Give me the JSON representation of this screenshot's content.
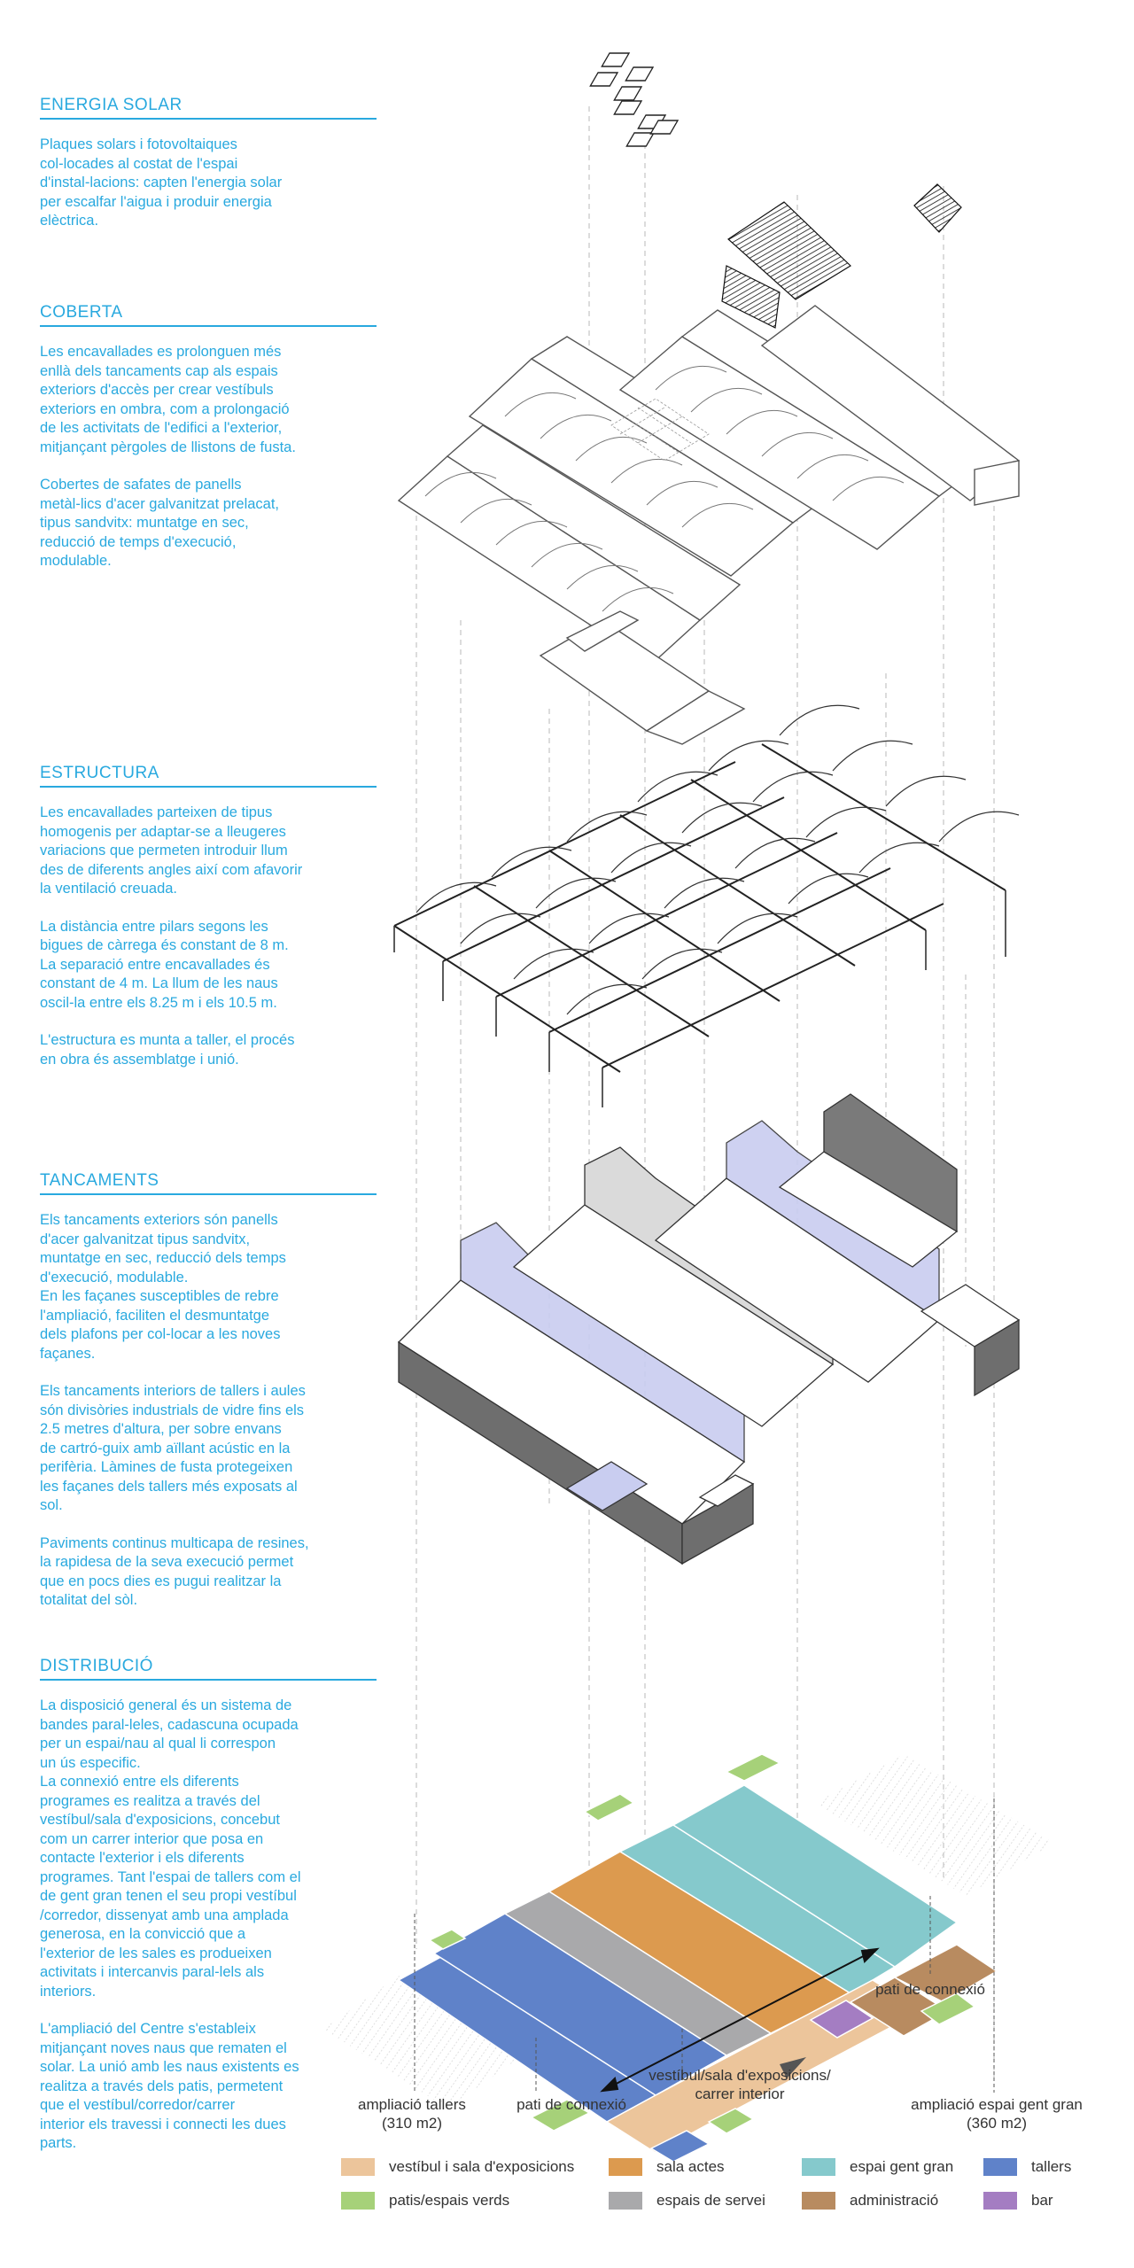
{
  "sections": [
    {
      "id": "energia-solar",
      "title": "ENERGIA SOLAR",
      "paragraphs": [
        "Plaques solars i fotovoltaiques\ncol-locades al costat de l'espai\nd'instal-lacions: capten l'energia solar\nper escalfar l'aigua i produir energia\nelèctrica."
      ]
    },
    {
      "id": "coberta",
      "title": "COBERTA",
      "paragraphs": [
        "Les encavallades es prolonguen més\nenllà dels tancaments cap als espais\nexteriors d'accès per crear vestíbuls\nexteriors en ombra, com a prolongació\nde les activitats de l'edifici a l'exterior,\nmitjançant pèrgoles de llistons de fusta.",
        "Cobertes de safates de panells\nmetàl-lics d'acer galvanitzat prelacat,\ntipus sandvitx: muntatge en sec,\nreducció de temps d'execució,\nmodulable."
      ]
    },
    {
      "id": "estructura",
      "title": "ESTRUCTURA",
      "paragraphs": [
        "Les encavallades parteixen de tipus\nhomogenis per adaptar-se a lleugeres\nvariacions que permeten introduir llum\ndes de diferents angles així com afavorir\nla ventilació creuada.",
        "La distància entre pilars segons les\nbigues de càrrega és constant de 8 m.\nLa separació entre encavallades és\nconstant de 4 m. La llum de les naus\noscil-la entre els 8.25 m i els 10.5 m.",
        "L'estructura es munta a taller,  el procés\nen obra és assemblatge i unió."
      ]
    },
    {
      "id": "tancaments",
      "title": "TANCAMENTS",
      "paragraphs": [
        "Els tancaments exteriors són panells\nd'acer galvanitzat tipus sandvitx,\nmuntatge en sec, reducció dels temps\nd'execució, modulable.\nEn les façanes susceptibles de rebre\nl'ampliació, faciliten el desmuntatge\ndels  plafons per col-locar a les noves\nfaçanes.",
        "Els tancaments interiors de tallers i aules\nsón divisòries industrials de vidre fins els\n2.5 metres d'altura, per sobre envans\nde cartró-guix amb aïllant acústic en la\nperifèria.  Làmines de fusta protegeixen\nles façanes dels tallers més exposats al\nsol.",
        "Paviments continus multicapa de resines,\nla rapidesa de la seva execució permet\nque en pocs dies es pugui realitzar la\ntotalitat del sòl."
      ]
    },
    {
      "id": "distribucio",
      "title": "DISTRIBUCIÓ",
      "paragraphs": [
        "La disposició general és un sistema de\nbandes paral-leles, cadascuna ocupada\nper un espai/nau al qual li correspon\nun ús especific.\nLa connexió entre els diferents\nprogrames es realitza a través del\nvestíbul/sala d'exposicions, concebut\ncom un carrer interior que posa en\ncontacte l'exterior i els diferents\nprogrames. Tant l'espai de tallers com el\nde gent gran tenen el seu propi vestíbul\n/corredor, dissenyat amb una amplada\ngenerosa, en la convicció que a\nl'exterior de les sales es produeixen\nactivitats i intercanvis paral-lels als\ninteriors.",
        "L'ampliació del Centre s'estableix\nmitjançant noves naus que rematen el\nsolar. La unió amb les naus existents es\nrealitza a través dels patis, permetent\nque el vestíbul/corredor/carrer\ninterior els travessi i connecti les dues\nparts."
      ]
    }
  ],
  "callouts": {
    "pati_connexio_right": "pati de connexió",
    "ampliacio_tallers": "ampliació tallers\n(310 m2)",
    "pati_connexio_left": "pati de connexió",
    "vestibul": "vestíbul/sala d'exposicions/\ncarrer interior",
    "ampliacio_gent_gran": "ampliació espai gent gran\n(360 m2)"
  },
  "legend": [
    {
      "label": "vestíbul i sala d'exposicions",
      "color": "#ecc59b"
    },
    {
      "label": "sala actes",
      "color": "#dc9a4f"
    },
    {
      "label": "espai gent gran",
      "color": "#85c9cc"
    },
    {
      "label": "tallers",
      "color": "#5f82c9"
    },
    {
      "label": "patis/espais verds",
      "color": "#a6d179"
    },
    {
      "label": "espais de servei",
      "color": "#a9a9ab"
    },
    {
      "label": "administració",
      "color": "#b88b60"
    },
    {
      "label": "bar",
      "color": "#a47dc2"
    }
  ],
  "colors": {
    "accent": "#29a9df",
    "tancament_panel": "#c9cdf0",
    "tancament_dark": "#7a7a7a"
  }
}
